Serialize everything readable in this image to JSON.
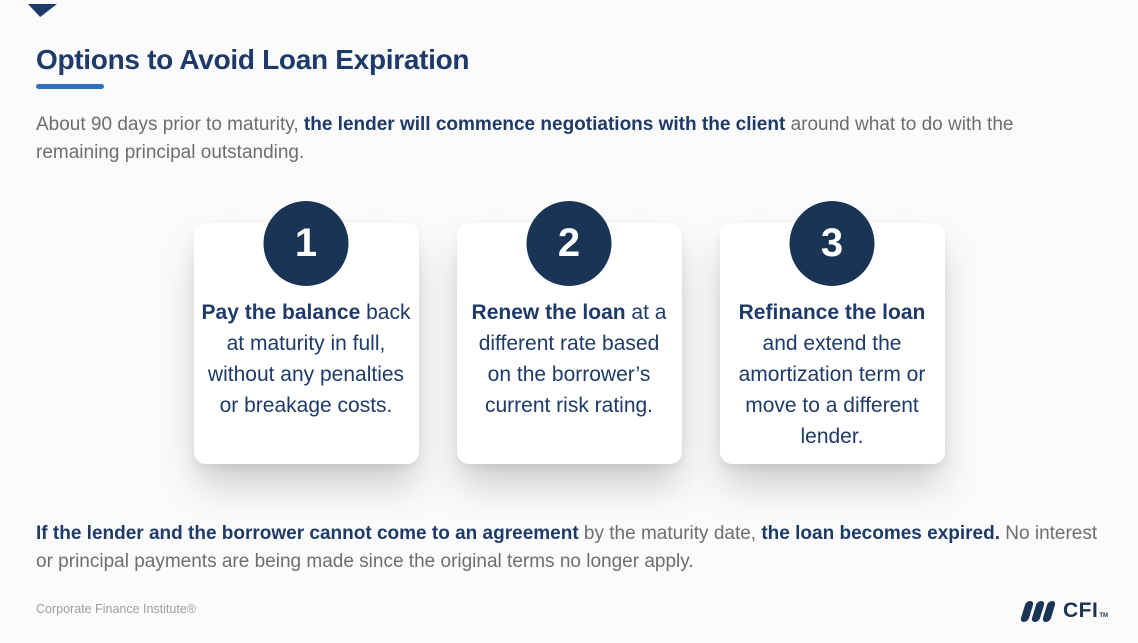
{
  "header": {
    "title": "Options to Avoid Loan Expiration"
  },
  "intro": {
    "segments": [
      {
        "text": "About 90 days prior to maturity, ",
        "bold": false
      },
      {
        "text": "the lender will commence negotiations with the client",
        "bold": true
      },
      {
        "text": " around what to do with the remaining principal outstanding.",
        "bold": false
      }
    ]
  },
  "cards": [
    {
      "number": "1",
      "lead": "Pay the balance",
      "rest": " back at maturity in full, without any penalties or breakage costs."
    },
    {
      "number": "2",
      "lead": "Renew the loan",
      "rest": " at a different rate based on the borrower’s current risk rating."
    },
    {
      "number": "3",
      "lead": "Refinance the loan",
      "rest": " and extend the amortization term or move to a different lender."
    }
  ],
  "outro": {
    "segments": [
      {
        "text": "If the lender and the borrower cannot come to an agreement",
        "bold": true
      },
      {
        "text": " by the maturity date, ",
        "bold": false
      },
      {
        "text": "the loan becomes expired.",
        "bold": true
      },
      {
        "text": " No interest or principal payments are being made since the original terms no longer apply.",
        "bold": false
      }
    ]
  },
  "footer": {
    "brand": "Corporate Finance Institute®",
    "logo": {
      "icon": "cfi-bars-icon",
      "text": "CFI",
      "tm": "TM"
    }
  },
  "colors": {
    "navy_text": "#1e3a68",
    "circle_navy": "#1a3456",
    "accent_blue": "#2e6fc1",
    "body_gray": "#6d6e71",
    "footer_gray": "#9c9ea0",
    "card_bg": "#ffffff",
    "page_bg": "#fbfbfb"
  }
}
